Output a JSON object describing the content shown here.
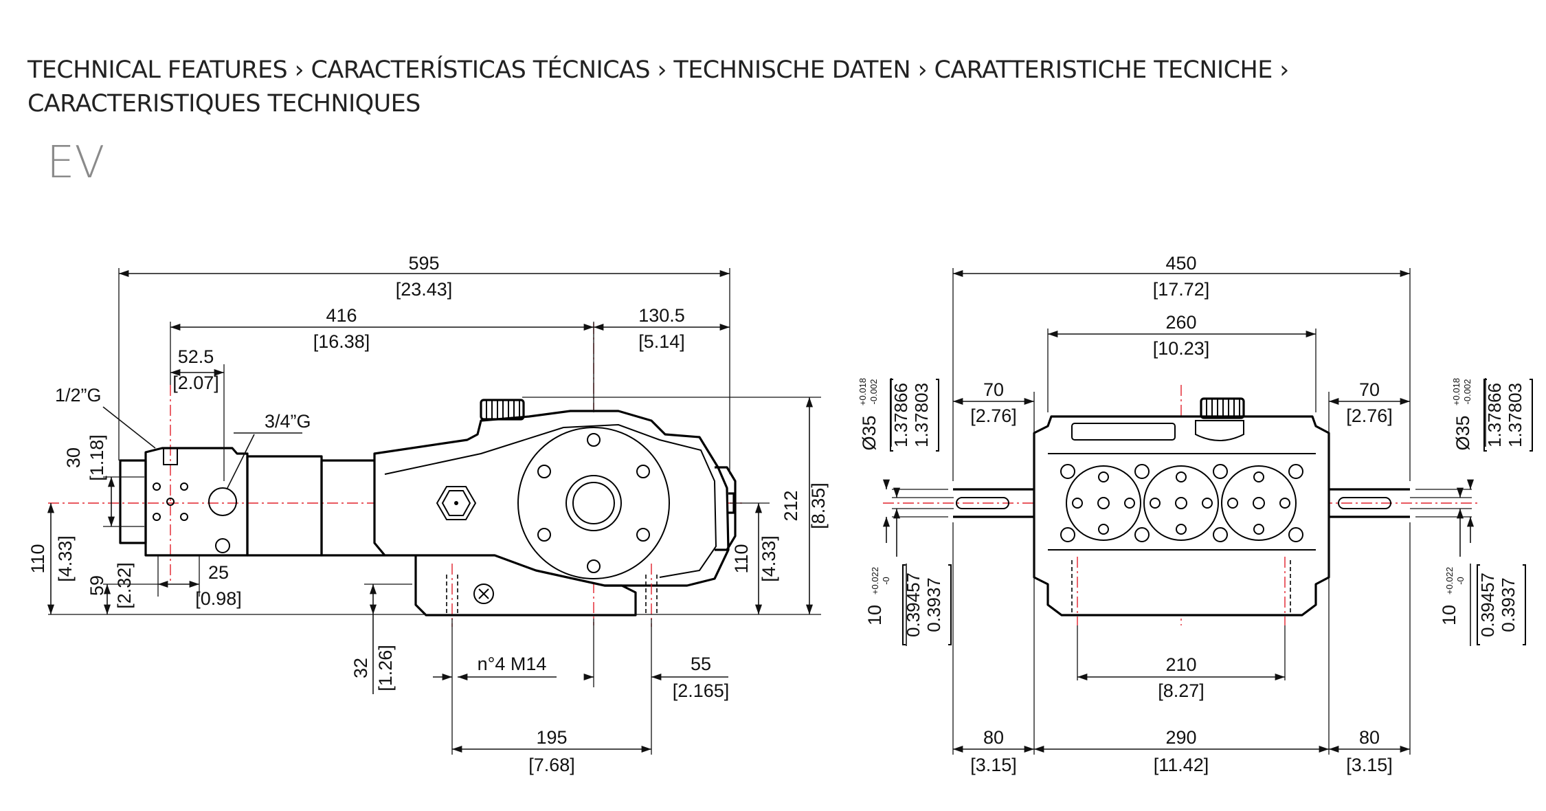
{
  "header": {
    "title_line1": "TECHNICAL FEATURES › CARACTERÍSTICAS TÉCNICAS › TECHNISCHE DATEN ›  CARATTERISTICHE TECNICHE ›",
    "title_line2": "CARACTERISTIQUES TECHNIQUES",
    "model": "EV"
  },
  "side_view": {
    "overall_length": "595",
    "overall_length_in": "[23.43]",
    "crank_to_manifold": "416",
    "crank_to_manifold_in": "[16.38]",
    "crank_to_end": "130.5",
    "crank_to_end_in": "[5.14]",
    "manifold_offset": "52.5",
    "manifold_offset_in": "[2.07]",
    "outlet_thread": "1/2”G",
    "inlet_thread": "3/4”G",
    "port_spacing": "30",
    "port_spacing_in": "[1.18]",
    "shaft_height_left": "110",
    "shaft_height_left_in": "[4.33]",
    "inlet_height": "59",
    "inlet_height_in": "[2.32]",
    "inlet_offset": "25",
    "inlet_offset_in": "[0.98]",
    "overall_height": "212",
    "overall_height_in": "[8.35]",
    "shaft_height_right": "110",
    "shaft_height_right_in": "[4.33]",
    "foot_height": "32",
    "foot_height_in": "[1.26]",
    "mount_bolts": "n°4 M14",
    "foot_offset": "55",
    "foot_offset_in": "[2.165]",
    "foot_spacing": "195",
    "foot_spacing_in": "[7.68]"
  },
  "front_view": {
    "overall_width": "450",
    "overall_width_in": "[17.72]",
    "body_width": "260",
    "body_width_in": "[10.23]",
    "shaft_len_left": "70",
    "shaft_len_left_in": "[2.76]",
    "shaft_len_right": "70",
    "shaft_len_right_in": "[2.76]",
    "shaft_diameter": "Ø35",
    "shaft_tol_upper": "+0.018",
    "shaft_tol_lower": "-0.002",
    "shaft_diameter_in_1": "1.37866",
    "shaft_diameter_in_2": "1.37803",
    "key_width": "10",
    "key_tol_upper": "+0.022",
    "key_tol_lower": "-0",
    "key_width_in_1": "0.39457",
    "key_width_in_2": "0.3937",
    "foot_hole_spacing": "210",
    "foot_hole_spacing_in": "[8.27]",
    "side_left": "80",
    "side_left_in": "[3.15]",
    "base_width": "290",
    "base_width_in": "[11.42]",
    "side_right": "80",
    "side_right_in": "[3.15]"
  }
}
